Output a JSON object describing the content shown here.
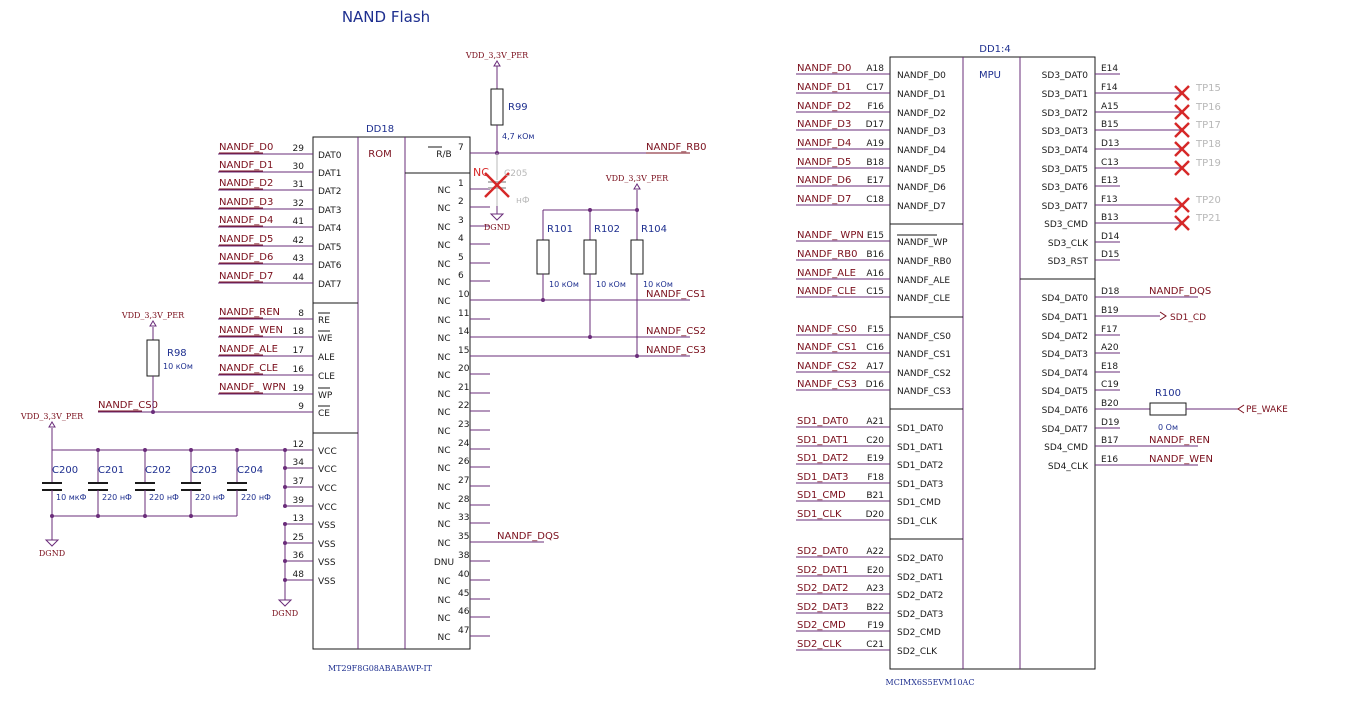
{
  "title": "NAND Flash",
  "colors": {
    "wire": "#6a2c7a",
    "body": "#1a1a1a",
    "net": "#7a0f1c",
    "ref": "#1e2f8f",
    "cross": "#d62828",
    "faded": "#b8b8b8"
  },
  "dd18": {
    "ref": "DD18",
    "type": "ROM",
    "part": "MT29F8G08ABABAWP-IT",
    "left_pins": [
      {
        "net": "NANDF_D0",
        "num": "29",
        "name": "DAT0"
      },
      {
        "net": "NANDF_D1",
        "num": "30",
        "name": "DAT1"
      },
      {
        "net": "NANDF_D2",
        "num": "31",
        "name": "DAT2"
      },
      {
        "net": "NANDF_D3",
        "num": "32",
        "name": "DAT3"
      },
      {
        "net": "NANDF_D4",
        "num": "41",
        "name": "DAT4"
      },
      {
        "net": "NANDF_D5",
        "num": "42",
        "name": "DAT5"
      },
      {
        "net": "NANDF_D6",
        "num": "43",
        "name": "DAT6"
      },
      {
        "net": "NANDF_D7",
        "num": "44",
        "name": "DAT7"
      },
      {
        "net": "NANDF_REN",
        "num": "8",
        "name": "RE"
      },
      {
        "net": "NANDF_WEN",
        "num": "18",
        "name": "WE"
      },
      {
        "net": "NANDF_ALE",
        "num": "17",
        "name": "ALE"
      },
      {
        "net": "NANDF_CLE",
        "num": "16",
        "name": "CLE"
      },
      {
        "net": "NANDF_ WPN",
        "num": "19",
        "name": "WP"
      },
      {
        "net": "NANDF_CS0",
        "num": "9",
        "name": "CE"
      },
      {
        "net": "",
        "num": "12",
        "name": "VCC"
      },
      {
        "net": "",
        "num": "34",
        "name": "VCC"
      },
      {
        "net": "",
        "num": "37",
        "name": "VCC"
      },
      {
        "net": "",
        "num": "39",
        "name": "VCC"
      },
      {
        "net": "",
        "num": "13",
        "name": "VSS"
      },
      {
        "net": "",
        "num": "25",
        "name": "VSS"
      },
      {
        "net": "",
        "num": "36",
        "name": "VSS"
      },
      {
        "net": "",
        "num": "48",
        "name": "VSS"
      }
    ],
    "right_pins": [
      {
        "name": "R/B",
        "num": "7",
        "net": "NANDF_RB0"
      },
      {
        "name": "NC",
        "num": "1",
        "net": ""
      },
      {
        "name": "NC",
        "num": "2",
        "net": ""
      },
      {
        "name": "NC",
        "num": "3",
        "net": ""
      },
      {
        "name": "NC",
        "num": "4",
        "net": ""
      },
      {
        "name": "NC",
        "num": "5",
        "net": ""
      },
      {
        "name": "NC",
        "num": "6",
        "net": ""
      },
      {
        "name": "NC",
        "num": "10",
        "net": "NANDF_CS1"
      },
      {
        "name": "NC",
        "num": "11",
        "net": ""
      },
      {
        "name": "NC",
        "num": "14",
        "net": "NANDF_CS2"
      },
      {
        "name": "NC",
        "num": "15",
        "net": "NANDF_CS3"
      },
      {
        "name": "NC",
        "num": "20",
        "net": ""
      },
      {
        "name": "NC",
        "num": "21",
        "net": ""
      },
      {
        "name": "NC",
        "num": "22",
        "net": ""
      },
      {
        "name": "NC",
        "num": "23",
        "net": ""
      },
      {
        "name": "NC",
        "num": "24",
        "net": ""
      },
      {
        "name": "NC",
        "num": "26",
        "net": ""
      },
      {
        "name": "NC",
        "num": "27",
        "net": ""
      },
      {
        "name": "NC",
        "num": "28",
        "net": ""
      },
      {
        "name": "NC",
        "num": "33",
        "net": ""
      },
      {
        "name": "NC",
        "num": "35",
        "net": "NANDF_DQS"
      },
      {
        "name": "DNU",
        "num": "38",
        "net": ""
      },
      {
        "name": "NC",
        "num": "40",
        "net": ""
      },
      {
        "name": "NC",
        "num": "45",
        "net": ""
      },
      {
        "name": "NC",
        "num": "46",
        "net": ""
      },
      {
        "name": "NC",
        "num": "47",
        "net": ""
      }
    ]
  },
  "power": {
    "vdd": "VDD_3,3V_PER",
    "gnd": "DGND"
  },
  "resistors": [
    {
      "ref": "R99",
      "value": "4,7 кОм"
    },
    {
      "ref": "R98",
      "value": "10 кОм"
    },
    {
      "ref": "R101",
      "value": "10 кОм"
    },
    {
      "ref": "R102",
      "value": "10 кОм"
    },
    {
      "ref": "R104",
      "value": "10 кОм"
    },
    {
      "ref": "R100",
      "value": "0 Ом"
    }
  ],
  "caps": [
    {
      "ref": "C200",
      "value": "10 мкФ"
    },
    {
      "ref": "C201",
      "value": "220 нФ"
    },
    {
      "ref": "C202",
      "value": "220 нФ"
    },
    {
      "ref": "C203",
      "value": "220 нФ"
    },
    {
      "ref": "C204",
      "value": "220 нФ"
    }
  ],
  "c205": {
    "nc_mark": "NC",
    "ref": "C205",
    "value": "нФ"
  },
  "dd14": {
    "ref": "DD1:4",
    "type": "MPU",
    "part": "MCIMX6S5EVM10AC",
    "left_pins": [
      {
        "net": "NANDF_D0",
        "ball": "A18",
        "name": "NANDF_D0"
      },
      {
        "net": "NANDF_D1",
        "ball": "C17",
        "name": "NANDF_D1"
      },
      {
        "net": "NANDF_D2",
        "ball": "F16",
        "name": "NANDF_D2"
      },
      {
        "net": "NANDF_D3",
        "ball": "D17",
        "name": "NANDF_D3"
      },
      {
        "net": "NANDF_D4",
        "ball": "A19",
        "name": "NANDF_D4"
      },
      {
        "net": "NANDF_D5",
        "ball": "B18",
        "name": "NANDF_D5"
      },
      {
        "net": "NANDF_D6",
        "ball": "E17",
        "name": "NANDF_D6"
      },
      {
        "net": "NANDF_D7",
        "ball": "C18",
        "name": "NANDF_D7"
      },
      {
        "net": "NANDF_ WPN",
        "ball": "E15",
        "name": "NANDF_WP"
      },
      {
        "net": "NANDF_RB0",
        "ball": "B16",
        "name": "NANDF_RB0"
      },
      {
        "net": "NANDF_ALE",
        "ball": "A16",
        "name": "NANDF_ALE"
      },
      {
        "net": "NANDF_CLE",
        "ball": "C15",
        "name": "NANDF_CLE"
      },
      {
        "net": "NANDF_CS0",
        "ball": "F15",
        "name": "NANDF_CS0"
      },
      {
        "net": "NANDF_CS1",
        "ball": "C16",
        "name": "NANDF_CS1"
      },
      {
        "net": "NANDF_CS2",
        "ball": "A17",
        "name": "NANDF_CS2"
      },
      {
        "net": "NANDF_CS3",
        "ball": "D16",
        "name": "NANDF_CS3"
      },
      {
        "net": "SD1_DAT0",
        "ball": "A21",
        "name": "SD1_DAT0"
      },
      {
        "net": "SD1_DAT1",
        "ball": "C20",
        "name": "SD1_DAT1"
      },
      {
        "net": "SD1_DAT2",
        "ball": "E19",
        "name": "SD1_DAT2"
      },
      {
        "net": "SD1_DAT3",
        "ball": "F18",
        "name": "SD1_DAT3"
      },
      {
        "net": "SD1_CMD",
        "ball": "B21",
        "name": "SD1_CMD"
      },
      {
        "net": "SD1_CLK",
        "ball": "D20",
        "name": "SD1_CLK"
      },
      {
        "net": "SD2_DAT0",
        "ball": "A22",
        "name": "SD2_DAT0"
      },
      {
        "net": "SD2_DAT1",
        "ball": "E20",
        "name": "SD2_DAT1"
      },
      {
        "net": "SD2_DAT2",
        "ball": "A23",
        "name": "SD2_DAT2"
      },
      {
        "net": "SD2_DAT3",
        "ball": "B22",
        "name": "SD2_DAT3"
      },
      {
        "net": "SD2_CMD",
        "ball": "F19",
        "name": "SD2_CMD"
      },
      {
        "net": "SD2_CLK",
        "ball": "C21",
        "name": "SD2_CLK"
      }
    ],
    "right_pins": [
      {
        "name": "SD3_DAT0",
        "ball": "E14",
        "tp": ""
      },
      {
        "name": "SD3_DAT1",
        "ball": "F14",
        "tp": "TP15"
      },
      {
        "name": "SD3_DAT2",
        "ball": "A15",
        "tp": "TP16"
      },
      {
        "name": "SD3_DAT3",
        "ball": "B15",
        "tp": "TP17"
      },
      {
        "name": "SD3_DAT4",
        "ball": "D13",
        "tp": "TP18"
      },
      {
        "name": "SD3_DAT5",
        "ball": "C13",
        "tp": "TP19"
      },
      {
        "name": "SD3_DAT6",
        "ball": "E13",
        "tp": ""
      },
      {
        "name": "SD3_DAT7",
        "ball": "F13",
        "tp": "TP20"
      },
      {
        "name": "SD3_CMD",
        "ball": "B13",
        "tp": "TP21"
      },
      {
        "name": "SD3_CLK",
        "ball": "D14",
        "tp": ""
      },
      {
        "name": "SD3_RST",
        "ball": "D15",
        "tp": ""
      },
      {
        "name": "SD4_DAT0",
        "ball": "D18",
        "net": "NANDF_DQS"
      },
      {
        "name": "SD4_DAT1",
        "ball": "B19",
        "net": "SD1_CD"
      },
      {
        "name": "SD4_DAT2",
        "ball": "F17",
        "net": ""
      },
      {
        "name": "SD4_DAT3",
        "ball": "A20",
        "net": ""
      },
      {
        "name": "SD4_DAT4",
        "ball": "E18",
        "net": ""
      },
      {
        "name": "SD4_DAT5",
        "ball": "C19",
        "net": ""
      },
      {
        "name": "SD4_DAT6",
        "ball": "B20",
        "net": "PE_WAKE"
      },
      {
        "name": "SD4_DAT7",
        "ball": "D19",
        "net": ""
      },
      {
        "name": "SD4_CMD",
        "ball": "B17",
        "net": "NANDF_REN"
      },
      {
        "name": "SD4_CLK",
        "ball": "E16",
        "net": "NANDF_WEN"
      }
    ]
  }
}
